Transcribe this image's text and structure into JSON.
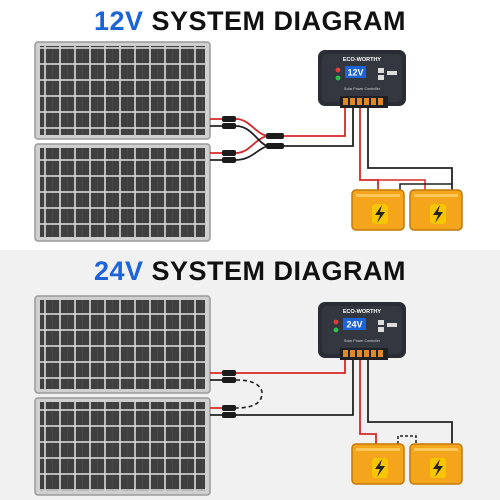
{
  "colors": {
    "accent_blue": "#1d63d8",
    "title_black": "#111111",
    "panel_frame": "#c9c9c9",
    "panel_cell": "#3f3f3f",
    "wire_red": "#d62828",
    "wire_black": "#222222",
    "controller_body": "#2a2d34",
    "battery_orange": "#f4a51c",
    "bolt_yellow": "#f7c600"
  },
  "sections": [
    {
      "id": "12v",
      "title_voltage": "12V",
      "title_rest": " SYSTEM DIAGRAM",
      "wiring": "parallel",
      "controller": {
        "brand": "ECO-WORTHY",
        "display": "12V",
        "subtitle": "Solar Power Controller"
      },
      "battery_wiring": "parallel"
    },
    {
      "id": "24v",
      "title_voltage": "24V",
      "title_rest": " SYSTEM DIAGRAM",
      "wiring": "series",
      "controller": {
        "brand": "ECO-WORTHY",
        "display": "24V",
        "subtitle": "Solar Power Controller"
      },
      "battery_wiring": "series"
    }
  ]
}
